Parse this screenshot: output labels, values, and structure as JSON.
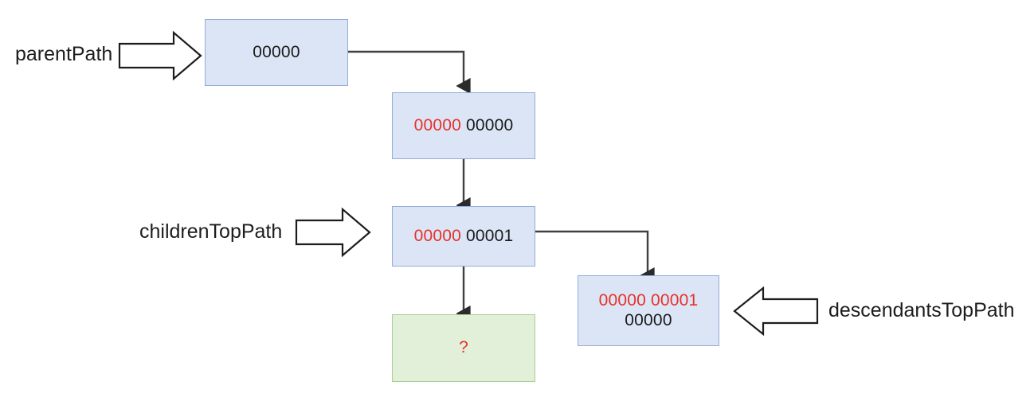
{
  "diagram": {
    "title": "Path hierarchy diagram",
    "colors": {
      "node_blue_fill": "#dbe5f5",
      "node_blue_border": "#93adda",
      "node_green_fill": "#e2efd9",
      "node_green_border": "#a9cf91",
      "highlight_red": "#e8312a",
      "text_black": "#1a1a1a",
      "connector": "#404040"
    },
    "labels": [
      {
        "id": "parentPath",
        "text": "parentPath",
        "arrow": "right-block-arrow-icon"
      },
      {
        "id": "childrenTopPath",
        "text": "childrenTopPath",
        "arrow": "right-block-arrow-icon"
      },
      {
        "id": "descendantsTopPath",
        "text": "descendantsTopPath",
        "arrow": "left-block-arrow-icon"
      }
    ],
    "nodes": [
      {
        "id": "parent-node",
        "kind": "blue",
        "lines": [
          [
            {
              "text": "00000",
              "color": "black"
            }
          ]
        ]
      },
      {
        "id": "child-first-node",
        "kind": "blue",
        "lines": [
          [
            {
              "text": "00000",
              "color": "red"
            },
            {
              "text": " 00000",
              "color": "black"
            }
          ]
        ]
      },
      {
        "id": "children-top-node",
        "kind": "blue",
        "lines": [
          [
            {
              "text": "00000",
              "color": "red"
            },
            {
              "text": " 00001",
              "color": "black"
            }
          ]
        ]
      },
      {
        "id": "descendants-top-node",
        "kind": "blue",
        "lines": [
          [
            {
              "text": "00000 00001",
              "color": "red"
            }
          ],
          [
            {
              "text": "00000",
              "color": "black"
            }
          ]
        ]
      },
      {
        "id": "unknown-node",
        "kind": "green",
        "lines": [
          [
            {
              "text": "?",
              "color": "red"
            }
          ]
        ]
      }
    ]
  }
}
